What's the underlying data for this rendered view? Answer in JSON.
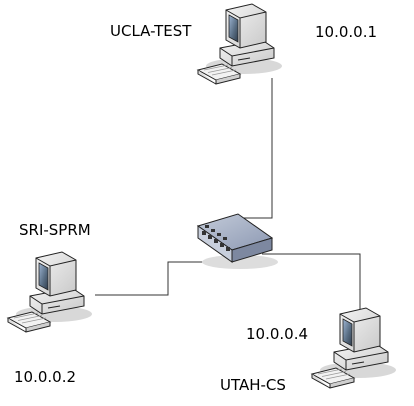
{
  "nodes": {
    "ucla": {
      "name": "UCLA-TEST",
      "ip": "10.0.0.1"
    },
    "sri": {
      "name": "SRI-SPRM",
      "ip": "10.0.0.2"
    },
    "utah": {
      "name": "UTAH-CS",
      "ip": "10.0.0.4"
    }
  },
  "colors": {
    "link": "#333333",
    "casing": "#e6e6e6",
    "screen": "#5a6f85",
    "switch": "#8d99b3"
  }
}
